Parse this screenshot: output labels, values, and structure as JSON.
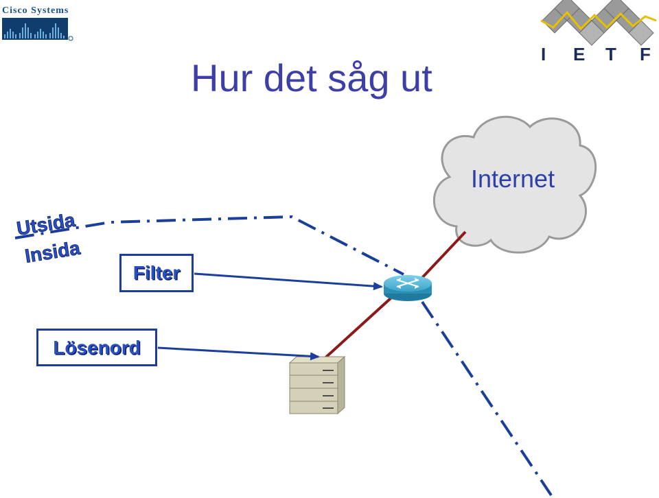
{
  "header": {
    "title": "Hur det såg ut",
    "cisco_logo_text": "Cisco Systems",
    "ietf_logo_letters": [
      "I",
      "E",
      "T",
      "F"
    ]
  },
  "diagram": {
    "cloud_label": "Internet",
    "outside_label": "Utsida",
    "inside_label": "Insida",
    "filter_label": "Filter",
    "password_label": "Lösenord"
  },
  "colors": {
    "title": "#3d3fa6",
    "boundary_line": "#1a3f9a",
    "link_line": "#8b1a1a",
    "arrow": "#1c3d9c",
    "router": "#2a8fb5",
    "cloud": "#e4e4e4"
  }
}
